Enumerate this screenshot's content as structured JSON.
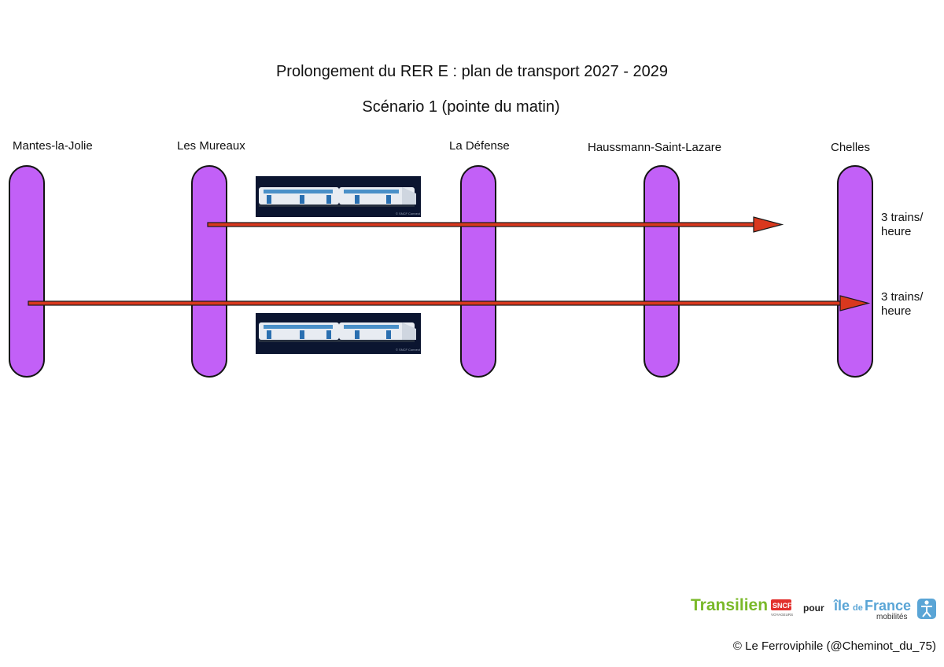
{
  "title": "Prolongement du RER E : plan de transport 2027 - 2029",
  "subtitle": "Scénario 1 (pointe du matin)",
  "stations": [
    {
      "name": "Mantes-la-Jolie"
    },
    {
      "name": "Les Mureaux"
    },
    {
      "name": "La Défense"
    },
    {
      "name": "Haussmann-Saint-Lazare"
    },
    {
      "name": "Chelles"
    }
  ],
  "services": [
    {
      "from": "Les Mureaux",
      "toward": "Chelles",
      "frequency_line1": "3 trains/",
      "frequency_line2": "heure"
    },
    {
      "from": "Mantes-la-Jolie",
      "to": "Chelles",
      "frequency_line1": "3 trains/",
      "frequency_line2": "heure"
    }
  ],
  "train_image_caption": "© SNCF Connect",
  "logos": {
    "transilien": "Transilien",
    "sncf": "SNCF",
    "sncf_sub": "VOYAGEURS",
    "pour": "pour",
    "idf_ile": "île",
    "idf_de": "de",
    "idf_france": "France",
    "idf_mobilites": "mobilités"
  },
  "credit": "© Le Ferroviphile (@Cheminot_du_75)",
  "colors": {
    "pillar": "#c260f7",
    "arrow": "#d9381e",
    "transilien_green": "#7ab929",
    "sncf_red": "#e2302d",
    "idf_blue": "#5aa5d6"
  }
}
